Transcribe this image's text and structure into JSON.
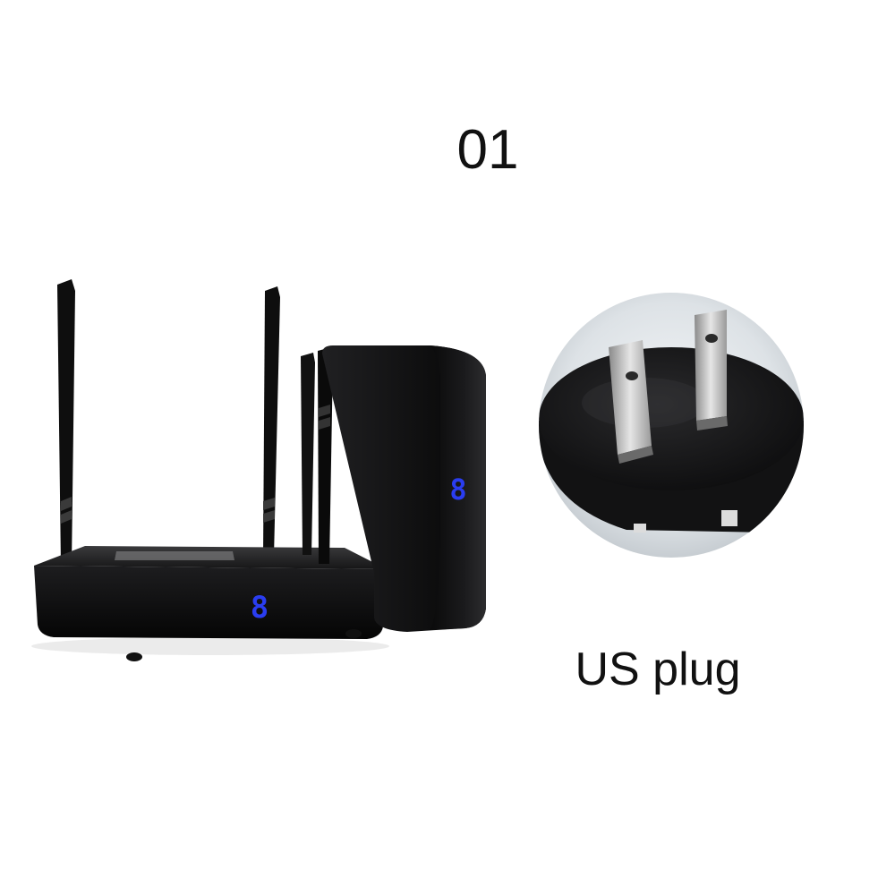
{
  "header": {
    "number": "01"
  },
  "plug": {
    "label": "US plug"
  },
  "devices": {
    "transmitter_display": "8",
    "receiver_display": "8",
    "display_color": "#2a3df0"
  }
}
